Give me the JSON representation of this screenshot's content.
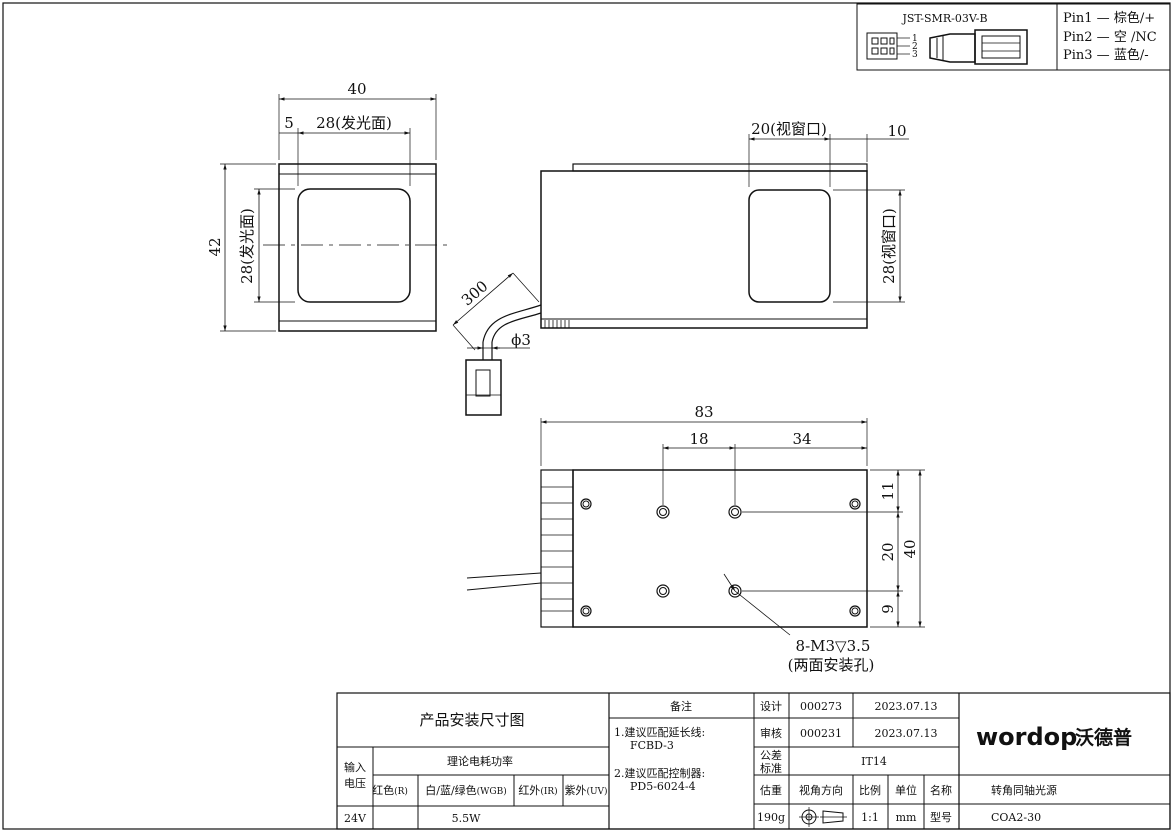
{
  "connector": {
    "part": "JST-SMR-03V-B",
    "pin_numbers": [
      "1",
      "2",
      "3"
    ],
    "pins": [
      "Pin1 — 棕色/+",
      "Pin2 — 空 /NC",
      "Pin3 — 蓝色/-"
    ]
  },
  "dims": {
    "front_width": "40",
    "front_offset": "5",
    "emit_face_w": "28(发光面)",
    "front_height": "42",
    "emit_face_h": "28(发光面)",
    "window_w": "20(视窗口)",
    "side_offset": "10",
    "window_h": "28(视窗口)",
    "cable_len": "300",
    "cable_dia": "ϕ3",
    "total_len": "83",
    "hole_x1": "18",
    "hole_x2": "34",
    "hole_y_top": "11",
    "hole_y_mid": "20",
    "hole_y_bot": "9",
    "bottom_h": "40",
    "holes": "8-M3▽3.5",
    "holes_note": "(两面安装孔)"
  },
  "title_block": {
    "title": "产品安装尺寸图",
    "input": "输入",
    "voltage": "电压",
    "power_label": "理论电耗功率",
    "col_red": "红色",
    "col_red_sub": "(R)",
    "col_rgb": "白/蓝/绿色",
    "col_rgb_sub": "(WGB)",
    "col_ir": "红外",
    "col_ir_sub": "(IR)",
    "col_uv": "紫外",
    "col_uv_sub": "(UV)",
    "voltage_value": "24V",
    "power_value": "5.5W",
    "remarks_label": "备注",
    "remark1a": "1.建议匹配延长线:",
    "remark1b": "FCBD-3",
    "remark2a": "2.建议匹配控制器:",
    "remark2b": "PD5-6024-4",
    "design": "设计",
    "design_no": "000273",
    "design_date": "2023.07.13",
    "review": "审核",
    "review_no": "000231",
    "review_date": "2023.07.13",
    "tolerance_a": "公差",
    "tolerance_b": "标准",
    "tolerance_value": "IT14",
    "weight_label": "估重",
    "weight_value": "190g",
    "view_dir": "视角方向",
    "scale": "比例",
    "scale_value": "1:1",
    "unit": "单位",
    "unit_value": "mm",
    "name_label": "名称",
    "name_value": "转角同轴光源",
    "model_label": "型号",
    "model_value": "COA2-30",
    "logo_en": "wordop",
    "logo_cn": "沃德普"
  }
}
